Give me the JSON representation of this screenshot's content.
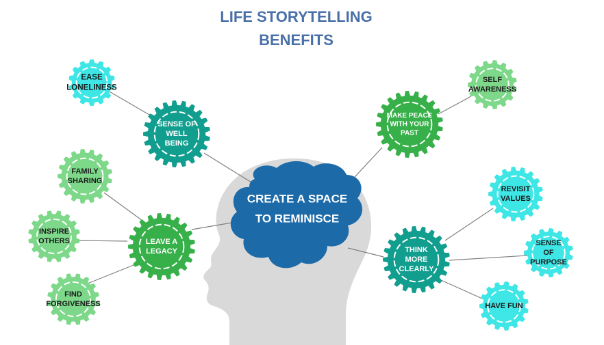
{
  "title": {
    "line1": "LIFE STORYTELLING",
    "line2": "BENEFITS"
  },
  "center": {
    "line1": "CREATE A SPACE",
    "line2": "TO REMINISCE"
  },
  "nodes": {
    "ease_loneliness": [
      "EASE",
      "LONELINESS"
    ],
    "sense_of_well_being": [
      "SENSE OF",
      "WELL",
      "BEING"
    ],
    "family_sharing": [
      "FAMILY",
      "SHARING"
    ],
    "inspire_others": [
      "INSPIRE",
      "OTHERS"
    ],
    "leave_a_legacy": [
      "LEAVE A",
      "LEGACY"
    ],
    "find_forgiveness": [
      "FIND",
      "FORGIVENESS"
    ],
    "make_peace": [
      "MAKE PEACE",
      "WITH YOUR",
      "PAST"
    ],
    "self_awareness": [
      "SELF",
      "AWARENESS"
    ],
    "revisit_values": [
      "REVISIT",
      "VALUES"
    ],
    "think_more_clearly": [
      "THINK",
      "MORE",
      "CLEARLY"
    ],
    "sense_of_purpose": [
      "SENSE",
      "OF",
      "PURPOSE"
    ],
    "have_fun": [
      "HAVE FUN"
    ]
  },
  "colors": {
    "title": "#4a70a8",
    "brain": "#1c6aa8",
    "head": "#d9d9d9",
    "cyan": "#3ee6e6",
    "teal": "#129e8e",
    "green": "#38b04a",
    "light_green": "#7dd88a",
    "connector": "#7f7f7f"
  }
}
